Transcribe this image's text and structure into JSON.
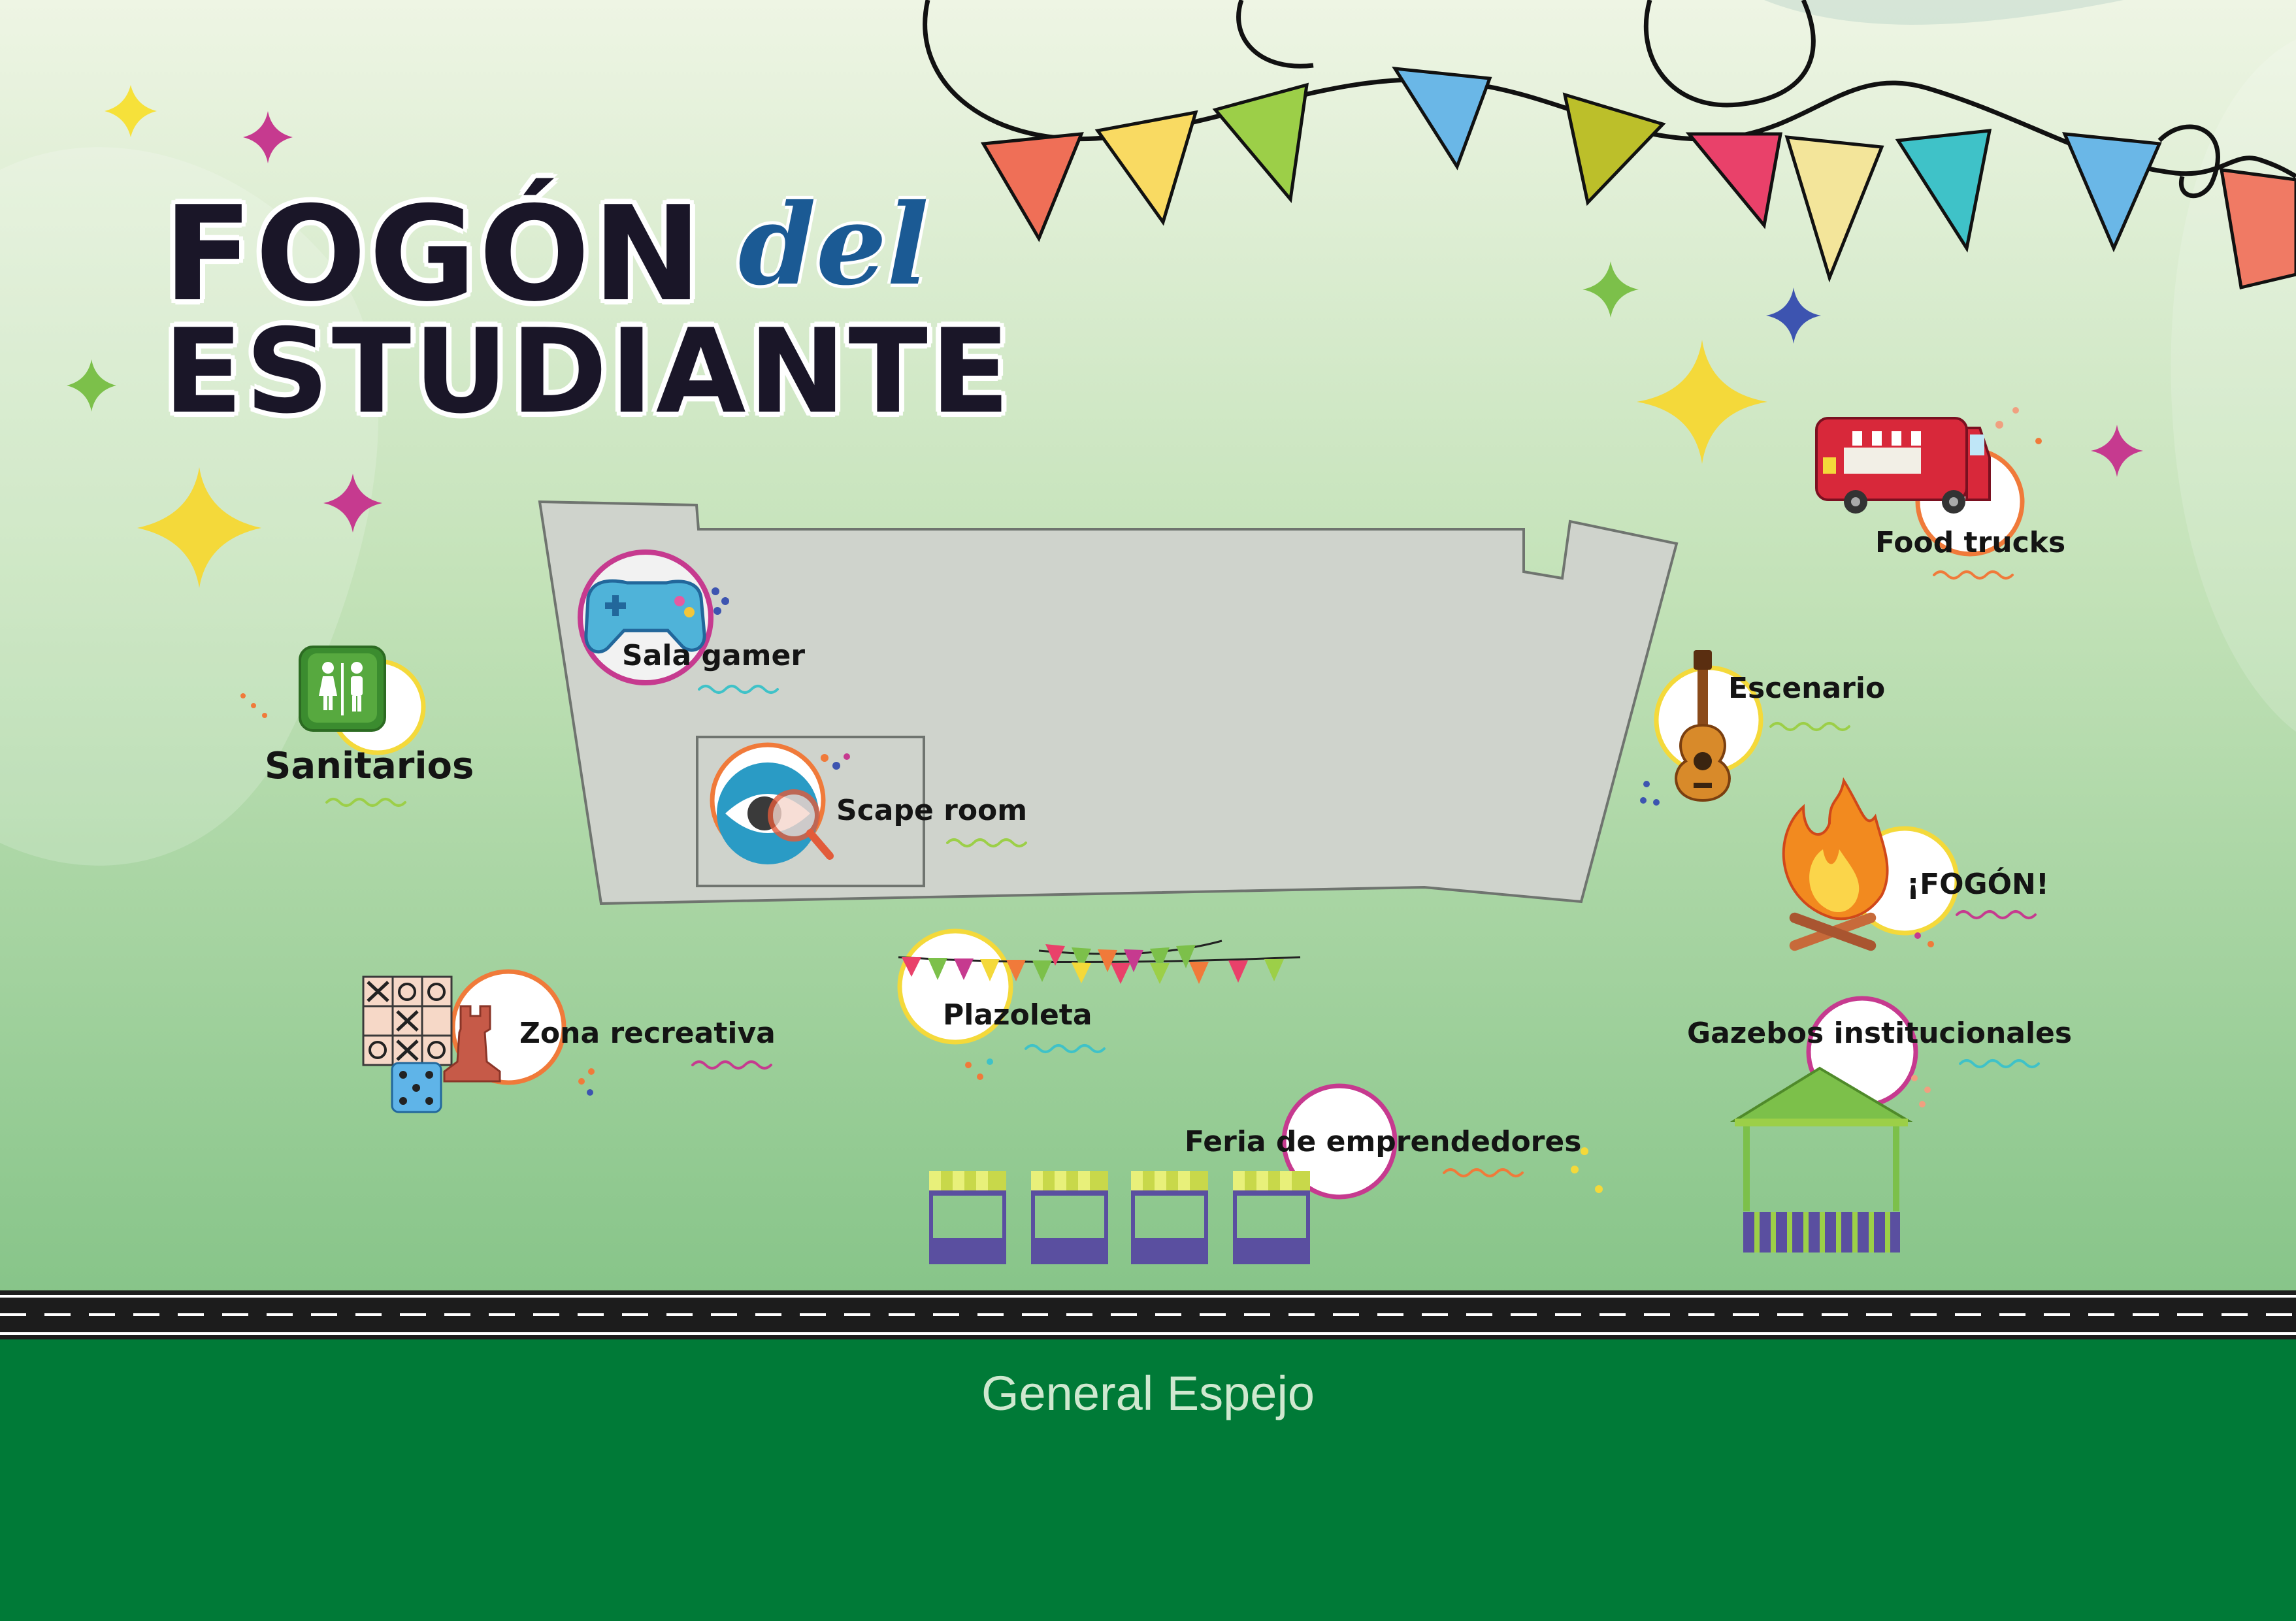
{
  "title": {
    "line1": "FOGÓN",
    "line2": "del",
    "line3": "ESTUDIANTE"
  },
  "locations": [
    {
      "id": "sanitarios",
      "label": "Sanitarios",
      "icon": "restroom-icon"
    },
    {
      "id": "sala-gamer",
      "label": "Sala gamer",
      "icon": "gamepad-icon"
    },
    {
      "id": "scape-room",
      "label": "Scape room",
      "icon": "magnifier-eye-icon"
    },
    {
      "id": "zona-recreativa",
      "label": "Zona recreativa",
      "icon": "board-games-icon"
    },
    {
      "id": "plazoleta",
      "label": "Plazoleta",
      "icon": "bunting-icon"
    },
    {
      "id": "feria",
      "label": "Feria de emprendedores",
      "icon": "market-stall-icon"
    },
    {
      "id": "food-trucks",
      "label": "Food trucks",
      "icon": "food-truck-icon"
    },
    {
      "id": "escenario",
      "label": "Escenario",
      "icon": "guitar-icon"
    },
    {
      "id": "fogon",
      "label": "¡FOGÓN!",
      "icon": "campfire-icon"
    },
    {
      "id": "gazebos",
      "label": "Gazebos institucionales",
      "icon": "gazebo-icon"
    }
  ],
  "street": {
    "name": "General Espejo"
  },
  "colors": {
    "background_top": "#eef5e4",
    "background_bottom": "#86c488",
    "building": "#cfd3cc",
    "title": "#1a1628",
    "title_script": "#1b5a94",
    "footer": "#007a37",
    "road": "#1c1c1c"
  }
}
